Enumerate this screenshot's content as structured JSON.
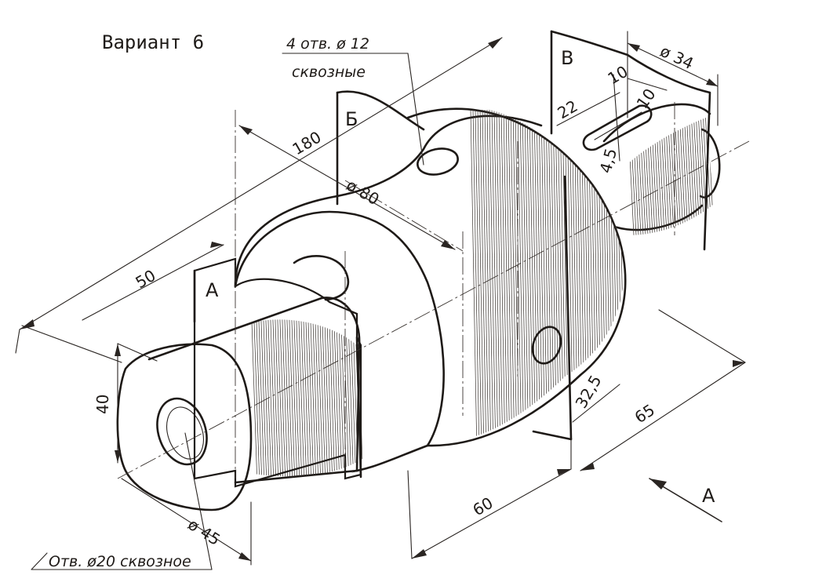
{
  "title": "Вариант 6",
  "notes": {
    "holes_line1": "4 отв. ø 12",
    "holes_line2": "сквозные",
    "bore": "Отв. ø20 сквозное"
  },
  "section_labels": {
    "a": "А",
    "b": "Б",
    "v": "В"
  },
  "view_label": "А",
  "dimensions": {
    "d180": "180",
    "d80": "ø 80",
    "d50": "50",
    "d40": "40",
    "d45": "ø 45",
    "d60": "60",
    "d65": "65",
    "d32_5": "32,5",
    "d34": "ø 34",
    "d10a": "10",
    "d10b": "10",
    "d22": "22",
    "d4_5": "4,5"
  }
}
